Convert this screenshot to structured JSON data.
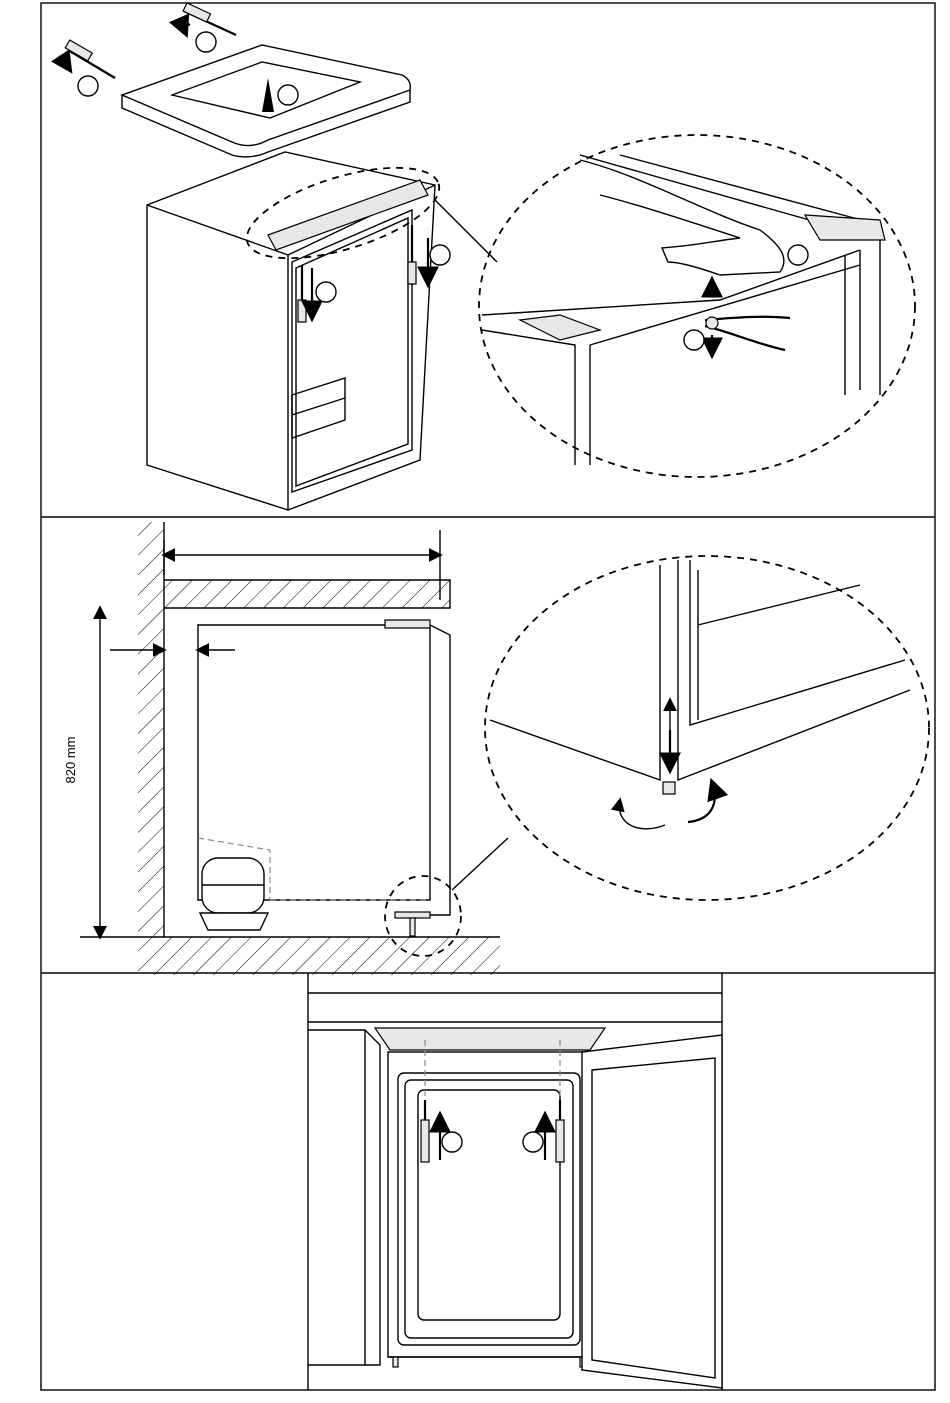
{
  "panels": [
    {
      "id": "panel-1",
      "description_labels": []
    },
    {
      "id": "panel-2",
      "dimension_label": "820 mm"
    },
    {
      "id": "panel-3"
    }
  ],
  "dimension": {
    "height_label": "820 mm"
  },
  "colors": {
    "line": "#000000",
    "background": "#ffffff",
    "tint": "#e8e8e8"
  }
}
